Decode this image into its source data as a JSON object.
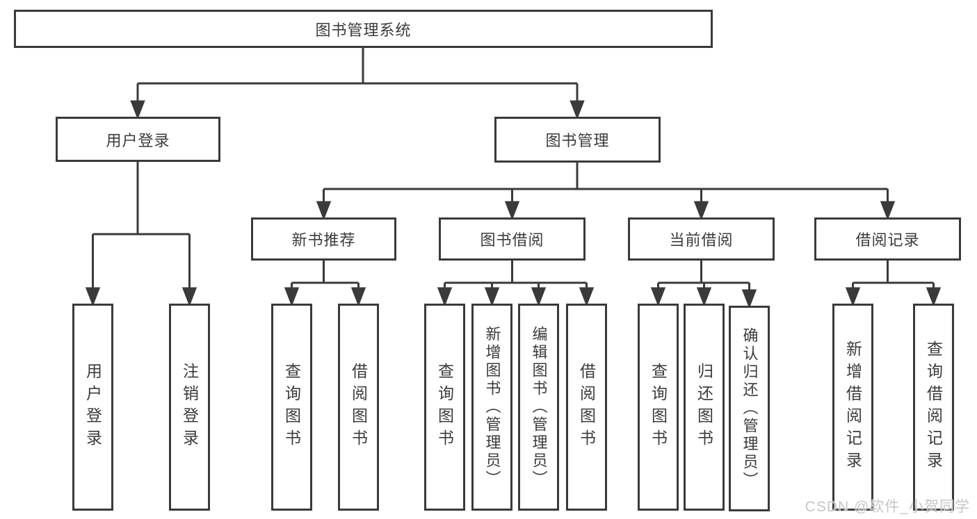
{
  "diagram_title": "图书管理系统",
  "nodes": {
    "root": "图书管理系统",
    "user_login": "用户登录",
    "book_mgmt": "图书管理",
    "new_book_rec": "新书推荐",
    "book_borrow": "图书借阅",
    "current_borrow": "当前借阅",
    "borrow_records": "借阅记录",
    "leaf_user_login": "用户登录",
    "leaf_logout": "注销登录",
    "leaf_query_book_rec": "查询图书",
    "leaf_borrow_book_rec": "借阅图书",
    "leaf_query_book_borrow": "查询图书",
    "leaf_add_book_admin": "新增图书（管理员）",
    "leaf_edit_book_admin": "编辑图书（管理员）",
    "leaf_borrow_book_borrow": "借阅图书",
    "leaf_query_book_current": "查询图书",
    "leaf_return_book": "归还图书",
    "leaf_confirm_return_admin": "确认归还（管理员）",
    "leaf_add_borrow_record": "新增借阅记录",
    "leaf_query_borrow_record": "查询借阅记录"
  },
  "watermark": "CSDN @软件_小贺同学",
  "colors": {
    "line": "#3a3a3a",
    "text": "#3b3b3b",
    "watermark": "#c6c6c6",
    "background": "#ffffff"
  }
}
